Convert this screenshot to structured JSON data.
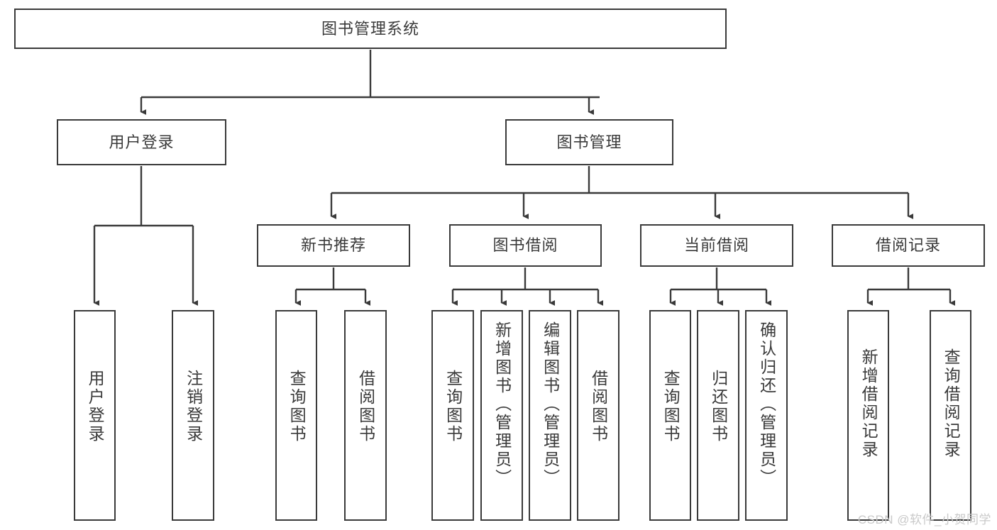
{
  "diagram": {
    "title": "图书管理系统",
    "type": "tree",
    "colors": {
      "box_border": "#3a3a3a",
      "box_fill": "#ffffff",
      "edge": "#3a3a3a",
      "text": "#3a3a3a",
      "background": "#ffffff",
      "watermark": "#c9c9c9"
    },
    "root": {
      "label": "图书管理系统"
    },
    "level2": [
      {
        "label": "用户登录"
      },
      {
        "label": "图书管理"
      }
    ],
    "level3": [
      {
        "label": "新书推荐"
      },
      {
        "label": "图书借阅"
      },
      {
        "label": "当前借阅"
      },
      {
        "label": "借阅记录"
      }
    ],
    "leaves": {
      "user_login": [
        {
          "label": "用户登录"
        },
        {
          "label": "注销登录"
        }
      ],
      "new_book_recommend": [
        {
          "label": "查询图书"
        },
        {
          "label": "借阅图书"
        }
      ],
      "book_borrow": [
        {
          "label": "查询图书"
        },
        {
          "label": "新增图书（管理员）"
        },
        {
          "label": "编辑图书（管理员）"
        },
        {
          "label": "借阅图书"
        }
      ],
      "current_borrow": [
        {
          "label": "查询图书"
        },
        {
          "label": "归还图书"
        },
        {
          "label": "确认归还（管理员）"
        }
      ],
      "borrow_record": [
        {
          "label": "新增借阅记录"
        },
        {
          "label": "查询借阅记录"
        }
      ]
    }
  },
  "watermark": {
    "text": "CSDN @软件_小贺同学"
  }
}
